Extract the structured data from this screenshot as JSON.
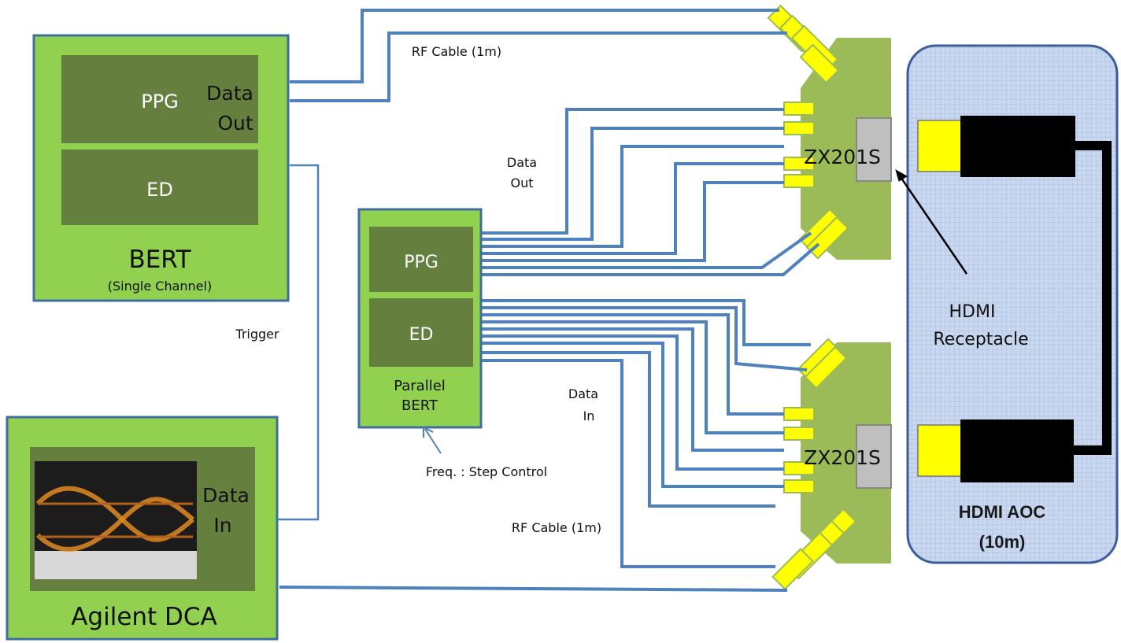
{
  "bert": {
    "ppg": "PPG",
    "data_out_1": "Data",
    "data_out_2": "Out",
    "ed": "ED",
    "title": "BERT",
    "subtitle": "(Single Channel)"
  },
  "dca": {
    "data_in_1": "Data",
    "data_in_2": "In",
    "title": "Agilent DCA"
  },
  "parallel_bert": {
    "ppg": "PPG",
    "ed": "ED",
    "title_1": "Parallel",
    "title_2": "BERT",
    "note": "Freq. : Step Control"
  },
  "labels": {
    "rf_cable_top": "RF Cable (1m)",
    "rf_cable_bottom": "RF Cable (1m)",
    "data_out_1": "Data",
    "data_out_2": "Out",
    "data_in_1": "Data",
    "data_in_2": "In",
    "trigger": "Trigger"
  },
  "boards": {
    "top": "ZX201S",
    "bottom": "ZX201S"
  },
  "hdmi": {
    "receptacle_1": "HDMI",
    "receptacle_2": "Receptacle",
    "aoc_1": "HDMI AOC",
    "aoc_2": "(10m)"
  },
  "colors": {
    "green": "#92d050",
    "dark_green": "#657f3e",
    "board": "#9bbb59",
    "blue_line": "#4f81bd",
    "border": "#4a7a3a",
    "yellow": "#ffff00",
    "grey": "#bfbfbf"
  }
}
